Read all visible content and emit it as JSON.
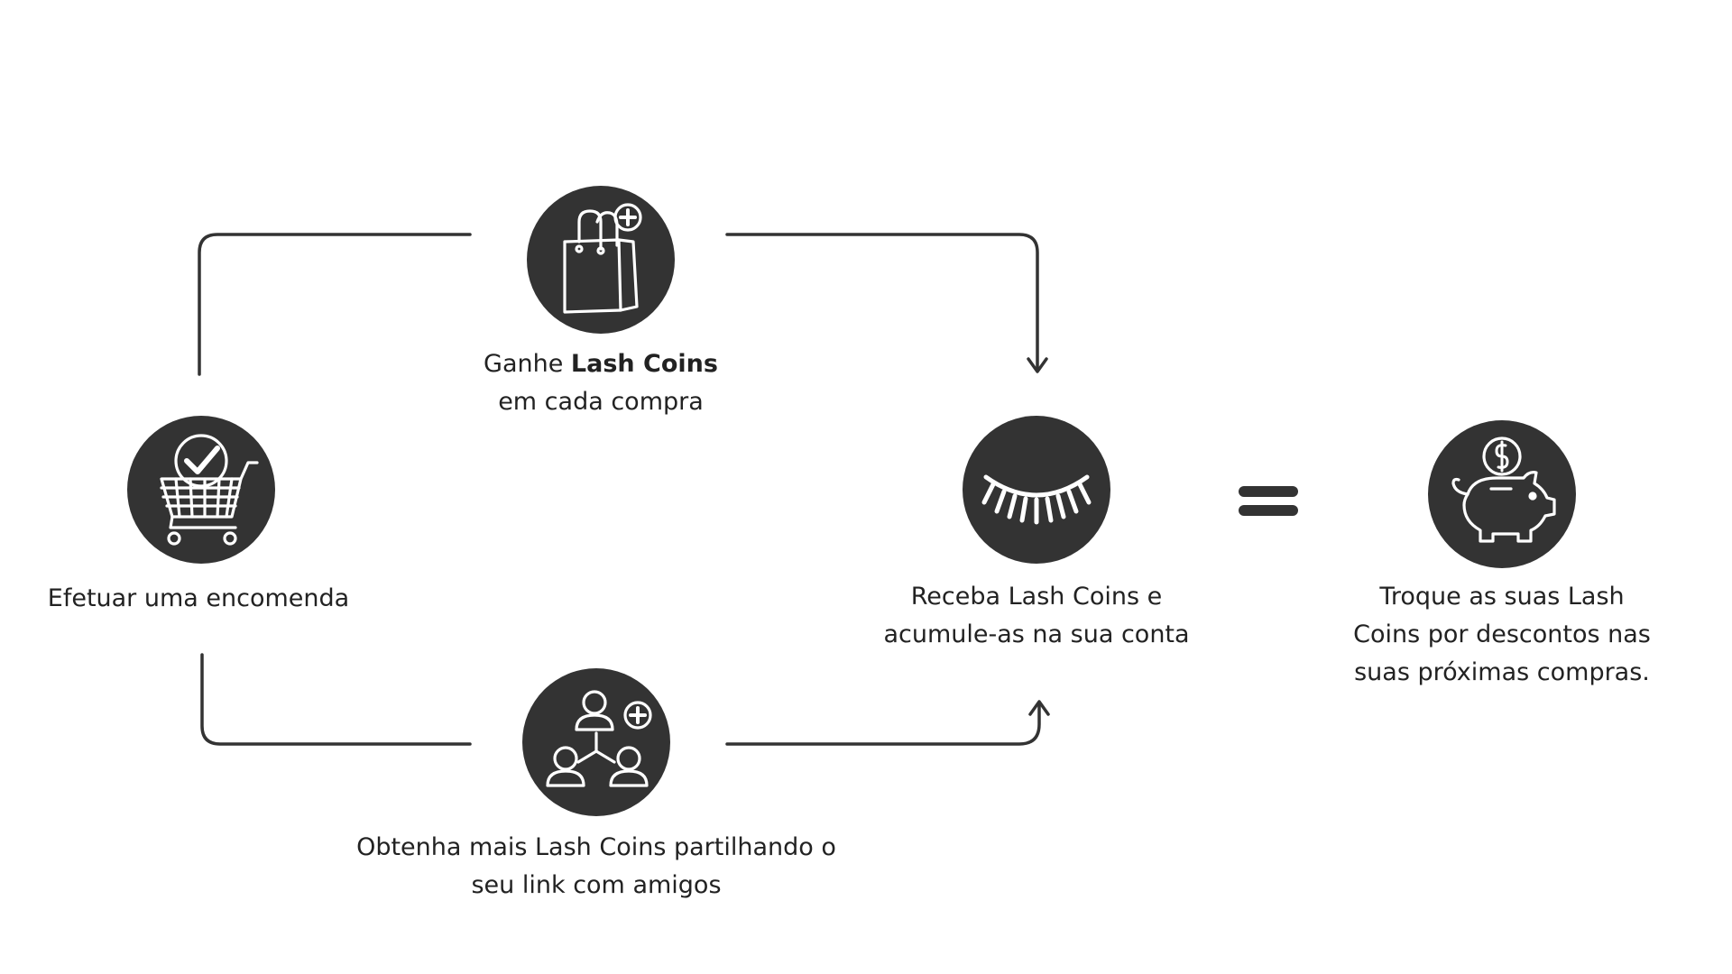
{
  "colors": {
    "circle_fill": "#333333",
    "icon_stroke": "#ffffff",
    "connector_stroke": "#333333",
    "text": "#222222",
    "background": "#ffffff"
  },
  "steps": {
    "order": {
      "icon": "shopping-cart-check-icon",
      "label": "Efetuar uma encomenda"
    },
    "earn": {
      "icon": "shopping-bag-plus-icon",
      "label_pre": "Ganhe ",
      "label_bold": "Lash Coins",
      "label_line2": "em cada compra"
    },
    "share": {
      "icon": "people-network-plus-icon",
      "label_line1": "Obtenha mais Lash Coins partilhando o",
      "label_line2": "seu link com amigos"
    },
    "receive": {
      "icon": "closed-eye-lashes-icon",
      "label_line1": "Receba Lash Coins e",
      "label_line2": "acumule-as na sua conta"
    },
    "redeem": {
      "icon": "piggy-bank-coin-icon",
      "label_line1": "Troque as suas Lash",
      "label_line2": "Coins por descontos nas",
      "label_line3": "suas próximas compras."
    }
  },
  "equals_icon": "equals-icon"
}
